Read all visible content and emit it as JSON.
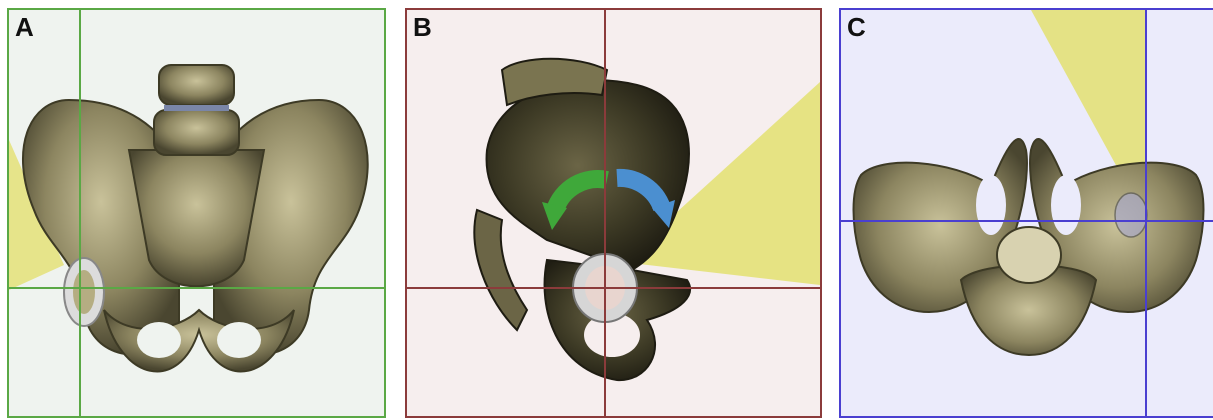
{
  "panels": [
    {
      "label": "A",
      "view": "anterior",
      "accent": "#5aa845"
    },
    {
      "label": "B",
      "view": "lateral",
      "accent": "#8b3b3b"
    },
    {
      "label": "C",
      "view": "superior",
      "accent": "#4a3fd0"
    }
  ],
  "colors": {
    "bone": "#8c8560",
    "bone_dark": "#3d3a25",
    "cone": "#e3e070",
    "arrow_green": "#3fa83a",
    "arrow_blue": "#4b8fd0",
    "ring": "#c8c8c8"
  }
}
